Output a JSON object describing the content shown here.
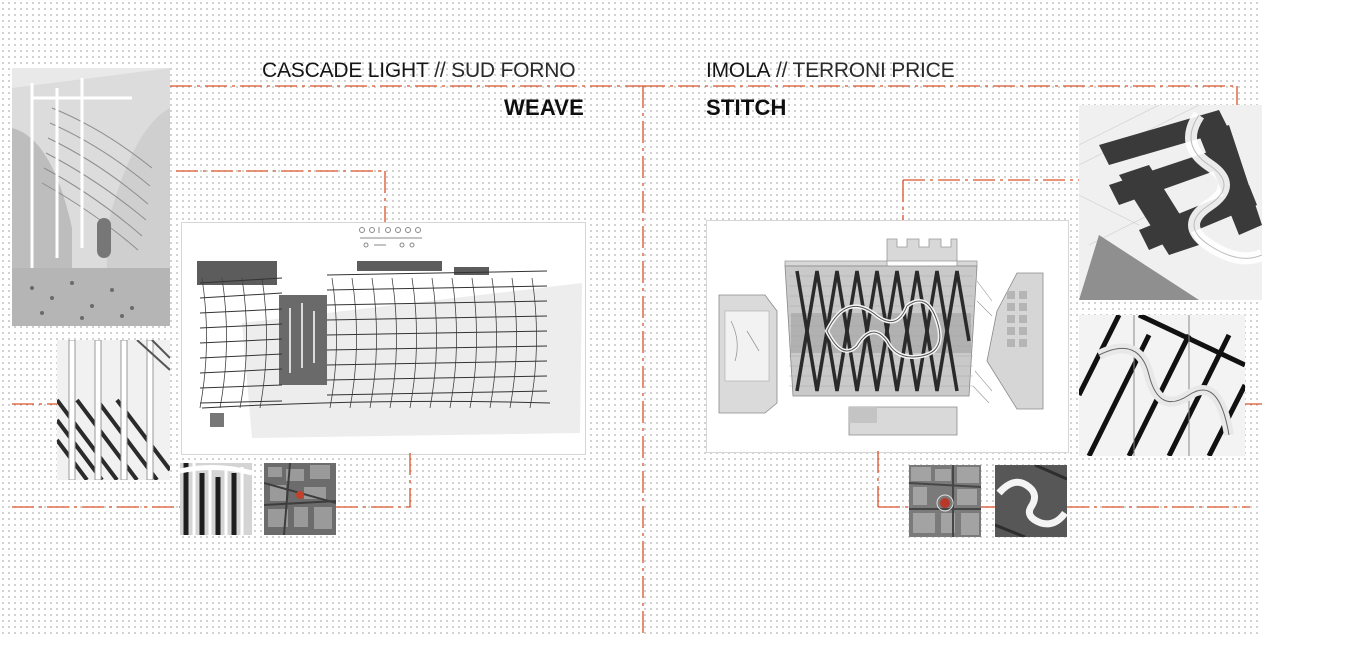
{
  "left_project": {
    "title_main": "CASCADE LIGHT",
    "title_sep": " // ",
    "title_sub": "SUD FORNO",
    "concept": "WEAVE"
  },
  "right_project": {
    "title_main": "IMOLA",
    "title_sep": " // ",
    "title_sub": "TERRONI PRICE",
    "concept": "STITCH"
  },
  "colors": {
    "guide": "#d9532b",
    "dots": "#a9a9a9",
    "ink": "#151515"
  }
}
